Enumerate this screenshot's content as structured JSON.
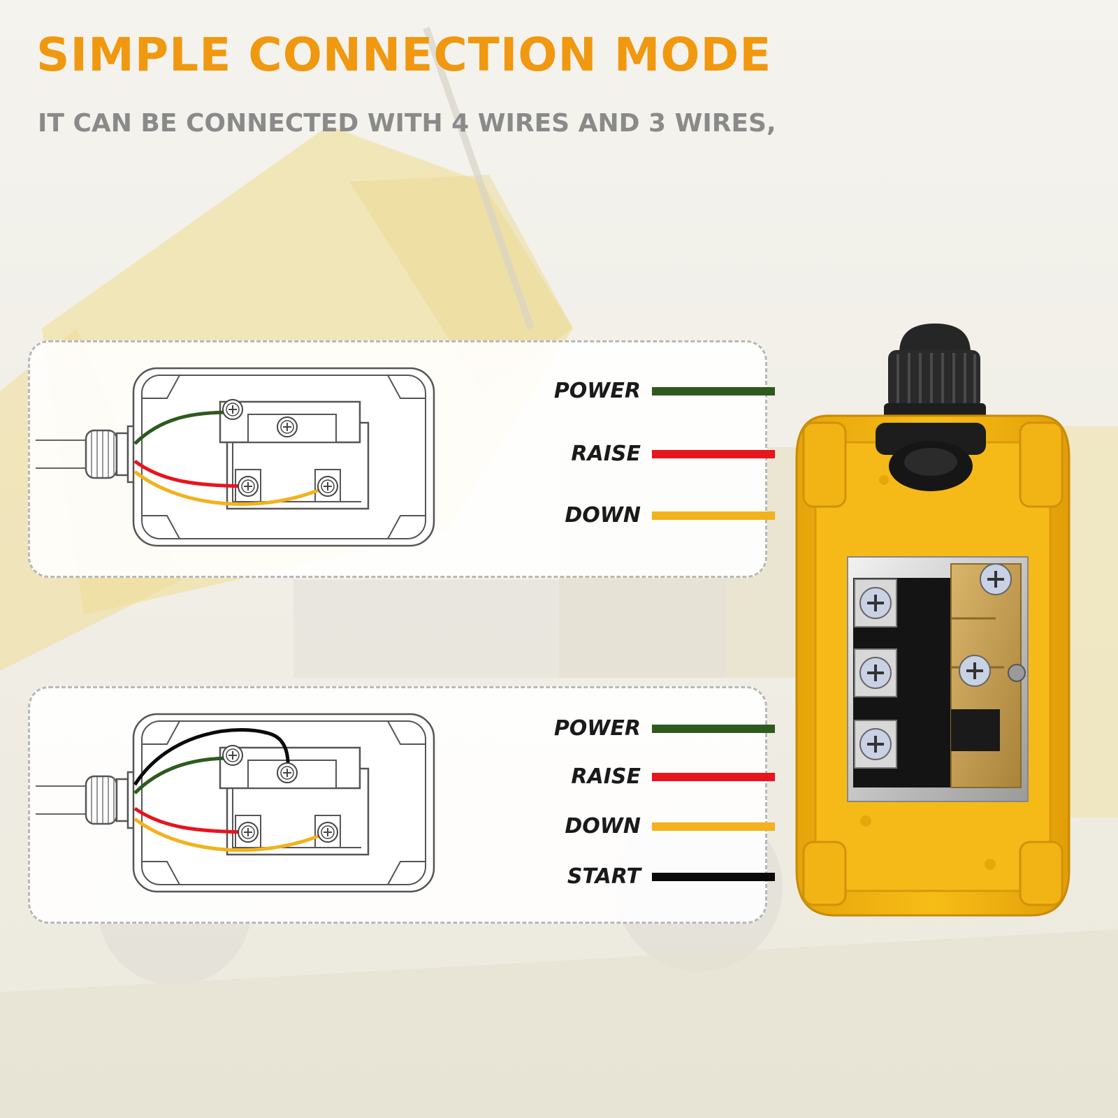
{
  "header": {
    "title": "SIMPLE CONNECTION MODE",
    "subtitle": "IT CAN BE CONNECTED WITH 4 WIRES AND 3 WIRES,"
  },
  "colors": {
    "accent": "#f0980f",
    "power": "#2e5a1e",
    "raise": "#e8141e",
    "down": "#f2b21c",
    "start": "#0a0a0a",
    "housing": "#f5b914"
  },
  "diagrams": [
    {
      "legend": [
        {
          "label": "POWER",
          "color": "#2e5a1e"
        },
        {
          "label": "RAISE",
          "color": "#e8141e"
        },
        {
          "label": "DOWN",
          "color": "#f2b21c"
        }
      ]
    },
    {
      "legend": [
        {
          "label": "POWER",
          "color": "#2e5a1e"
        },
        {
          "label": "RAISE",
          "color": "#e8141e"
        },
        {
          "label": "DOWN",
          "color": "#f2b21c"
        },
        {
          "label": "START",
          "color": "#0a0a0a"
        }
      ]
    }
  ]
}
